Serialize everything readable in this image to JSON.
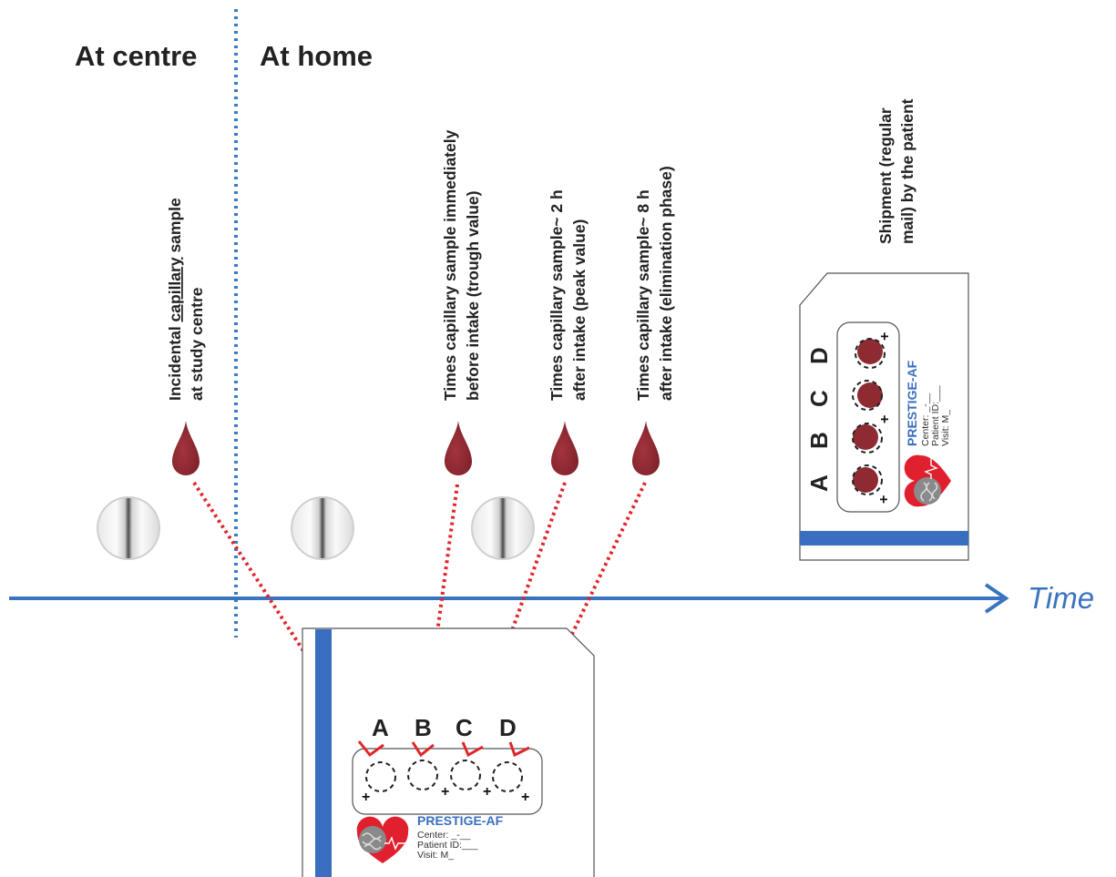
{
  "colors": {
    "timeline": "#3a73bf",
    "divider": "#3a7cc6",
    "dashed_arrow": "#e0262a",
    "drop": "#8e2a32",
    "card_stripe": "#3a6fbf",
    "brand_text": "#3a6fbf",
    "heart": "#e0202e"
  },
  "headers": {
    "at_centre": "At centre",
    "at_home": "At home"
  },
  "timeline": {
    "label": "Time"
  },
  "sample_labels": [
    {
      "id": "incidental",
      "line1_pre": "Incidental ",
      "line1_underlined": "capillary",
      "line1_post": " sample",
      "line2": "at study centre"
    },
    {
      "id": "trough",
      "line1": "Times capillary sample immediately",
      "line2": "before intake (trough value)"
    },
    {
      "id": "peak",
      "line1": "Times capillary sample~ 2 h",
      "line2": "after intake (peak value)"
    },
    {
      "id": "elimination",
      "line1": "Times capillary sample~ 8 h",
      "line2": "after intake (elimination phase)"
    }
  ],
  "shipment": {
    "line1": "Shipment (regular",
    "line2": "mail) by the patient"
  },
  "card": {
    "slots": [
      "A",
      "B",
      "C",
      "D"
    ],
    "brand": "PRESTIGE-AF",
    "center_line": "Center: _-__",
    "patient_line": "Patient ID:___",
    "visit_line": "Visit: M_",
    "plus": "+"
  },
  "icons": [
    "blood-drop-icon",
    "pill-icon",
    "heart-brain-logo-icon"
  ]
}
